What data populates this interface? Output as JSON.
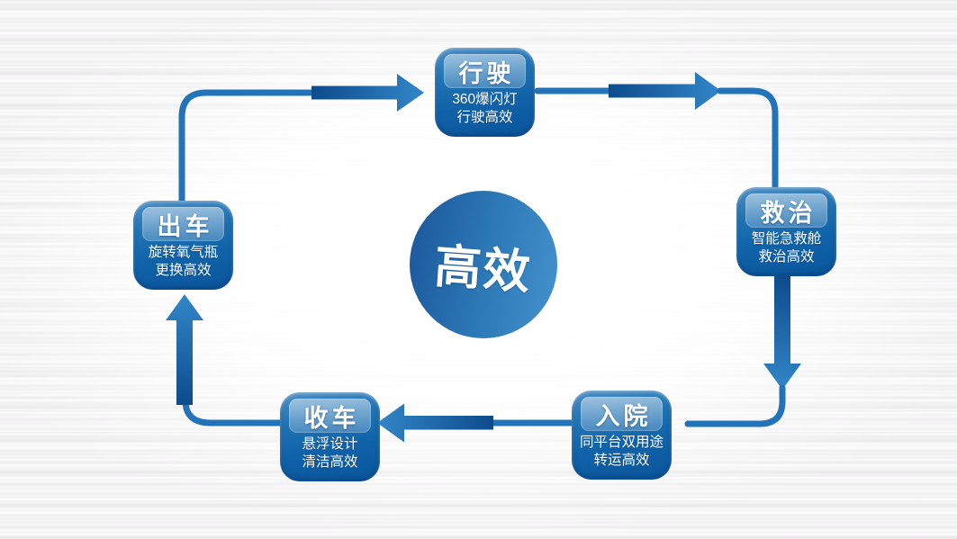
{
  "diagram": {
    "center_label": "高效",
    "nodes": [
      {
        "title": "行驶",
        "line1": "360爆闪灯",
        "line2": "行驶高效"
      },
      {
        "title": "救治",
        "line1": "智能急救舱",
        "line2": "救治高效"
      },
      {
        "title": "入院",
        "line1": "同平台双用途",
        "line2": "转运高效"
      },
      {
        "title": "收车",
        "line1": "悬浮设计",
        "line2": "清洁高效"
      },
      {
        "title": "出车",
        "line1": "旋转氧气瓶",
        "line2": "更换高效"
      }
    ],
    "connections": [
      {
        "from": "出车",
        "to": "行驶"
      },
      {
        "from": "行驶",
        "to": "救治"
      },
      {
        "from": "救治",
        "to": "入院"
      },
      {
        "from": "入院",
        "to": "收车"
      },
      {
        "from": "收车",
        "to": "出车"
      }
    ],
    "colors": {
      "node_top": "#4e8fc5",
      "node_bottom": "#0a559c",
      "arrow_tail": "#0d4b8d",
      "arrow_head": "#3287c8",
      "thin_line": "#2273b8",
      "center_dark": "#1a579a",
      "center_light": "#4692ce",
      "text": "#ffffff",
      "background_stripe": "#e8e6e8"
    }
  }
}
